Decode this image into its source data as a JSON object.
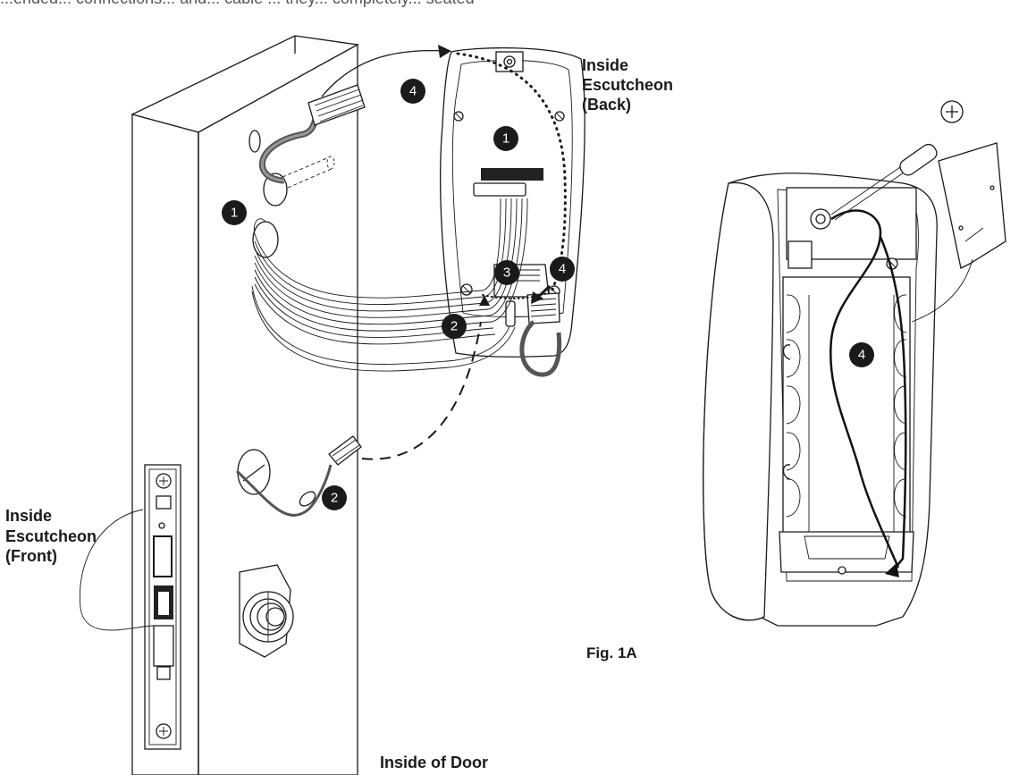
{
  "top_text": "...ended... connections... and... cable ... they... completely... seated",
  "labels": {
    "inside_back": [
      "Inside",
      "Escutcheon",
      "(Back)"
    ],
    "inside_front": [
      "Inside",
      "Escutcheon",
      "(Front)"
    ],
    "figure": "Fig.  1A",
    "door": "Inside of Door"
  },
  "callouts": {
    "c1_door": "1",
    "c1_back": "1",
    "c2_back": "2",
    "c2_door": "2",
    "c3_back": "3",
    "c4_top": "4",
    "c4_back": "4",
    "c4_right": "4"
  }
}
